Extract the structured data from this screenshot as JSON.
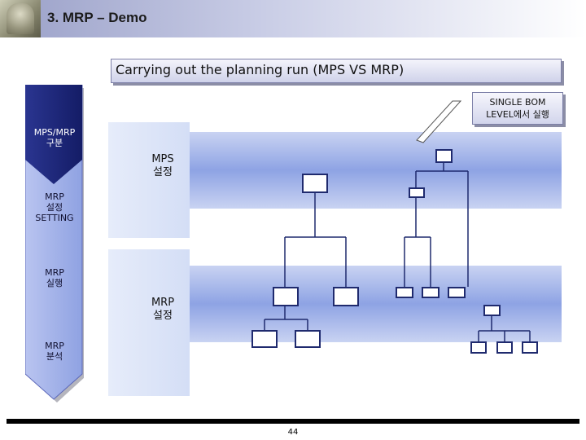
{
  "header": {
    "title": "3. MRP – Demo"
  },
  "subtitle": "Carrying out the planning run (MPS VS MRP)",
  "callout": {
    "line1": "SINGLE BOM",
    "line2": "LEVEL에서 실행"
  },
  "process_steps": [
    {
      "line1": "MPS/MRP",
      "line2": "구분",
      "line3": ""
    },
    {
      "line1": "MRP",
      "line2": "설정",
      "line3": "SETTING"
    },
    {
      "line1": "MRP",
      "line2": "실행",
      "line3": ""
    },
    {
      "line1": "MRP",
      "line2": "분석",
      "line3": ""
    }
  ],
  "panels": [
    {
      "line1": "MPS",
      "line2": "설정"
    },
    {
      "line1": "MRP",
      "line2": "설정"
    }
  ],
  "footer": {
    "page_number": "44"
  },
  "colors": {
    "active_step": "#1a237e",
    "inactive_step": "#a8b6ec",
    "band": "#8ea3e4",
    "node_border": "#1f2a6e"
  }
}
